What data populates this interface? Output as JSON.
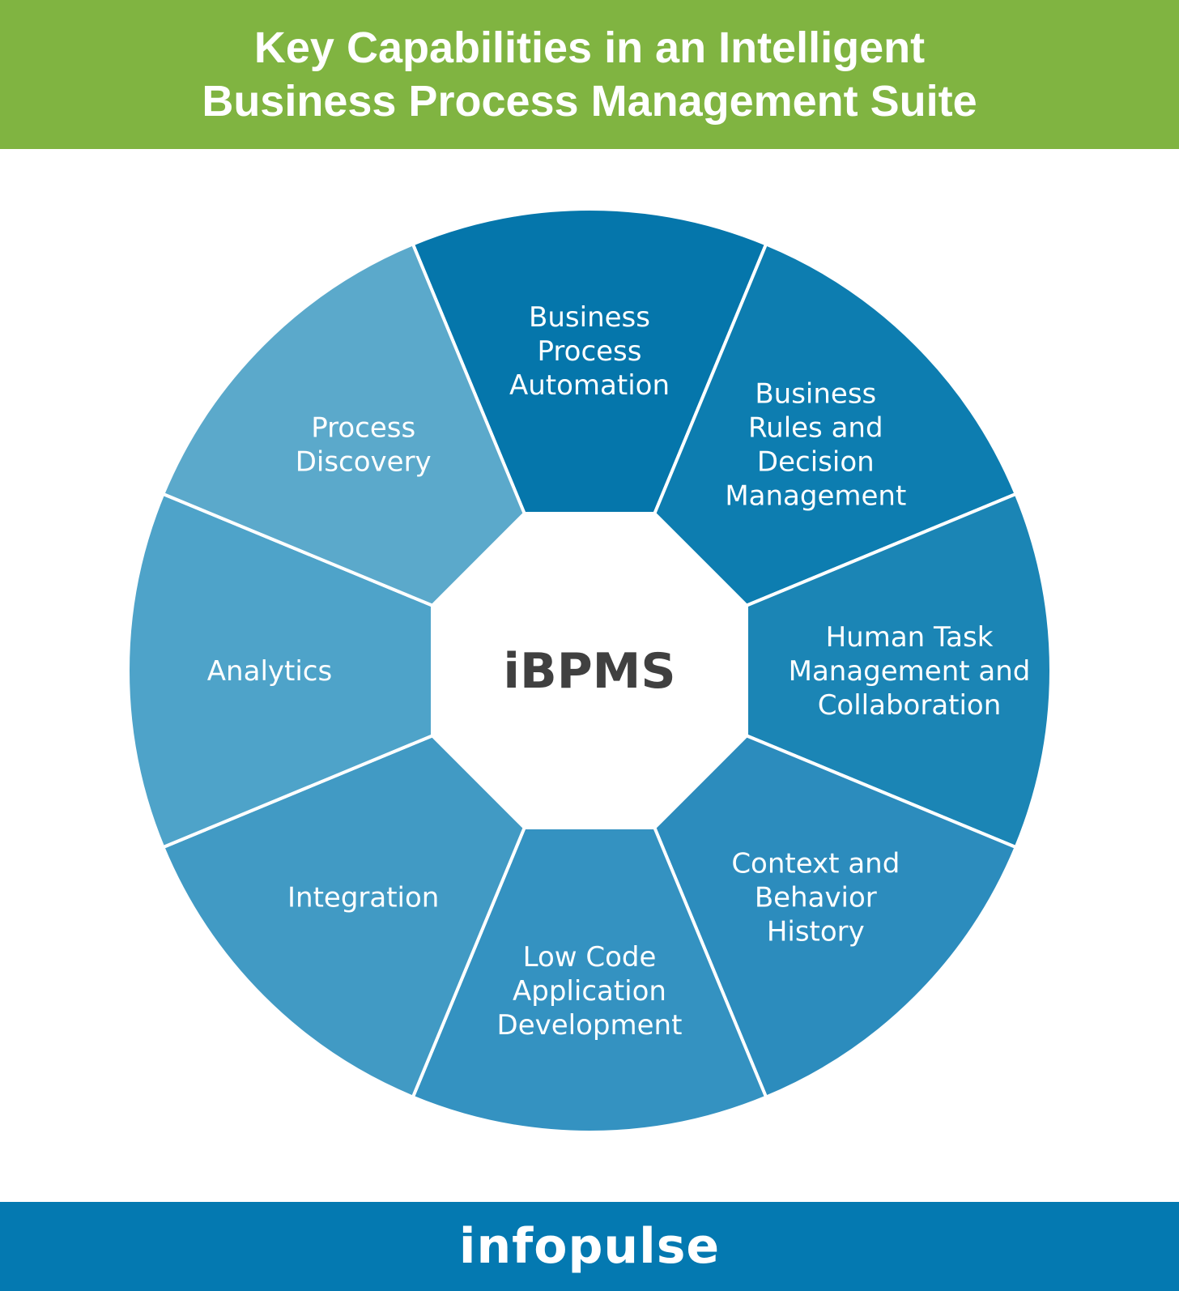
{
  "header": {
    "title_line1": "Key Capabilities in an Intelligent",
    "title_line2": "Business Process Management Suite",
    "background": "#80b441"
  },
  "diagram": {
    "center_label": "iBPMS",
    "segments": [
      {
        "name": "business-process-automation",
        "lines": [
          "Business",
          "Process",
          "Automation"
        ],
        "color": "#0576ab"
      },
      {
        "name": "business-rules-and-decision-management",
        "lines": [
          "Business",
          "Rules and",
          "Decision",
          "Management"
        ],
        "color": "#0d7db0"
      },
      {
        "name": "human-task-management-and-collaboration",
        "lines": [
          "Human Task",
          "Management and",
          "Collaboration"
        ],
        "color": "#1b85b5"
      },
      {
        "name": "context-and-behavior-history",
        "lines": [
          "Context and",
          "Behavior",
          "History"
        ],
        "color": "#2c8cbd"
      },
      {
        "name": "low-code-application-development",
        "lines": [
          "Low Code",
          "Application",
          "Development"
        ],
        "color": "#3492c1"
      },
      {
        "name": "integration",
        "lines": [
          "Integration"
        ],
        "color": "#419ac4"
      },
      {
        "name": "analytics",
        "lines": [
          "Analytics"
        ],
        "color": "#4ea3c9"
      },
      {
        "name": "process-discovery",
        "lines": [
          "Process",
          "Discovery"
        ],
        "color": "#5ba9cb"
      }
    ]
  },
  "footer": {
    "brand": "infopulse",
    "background": "#0479b1"
  }
}
